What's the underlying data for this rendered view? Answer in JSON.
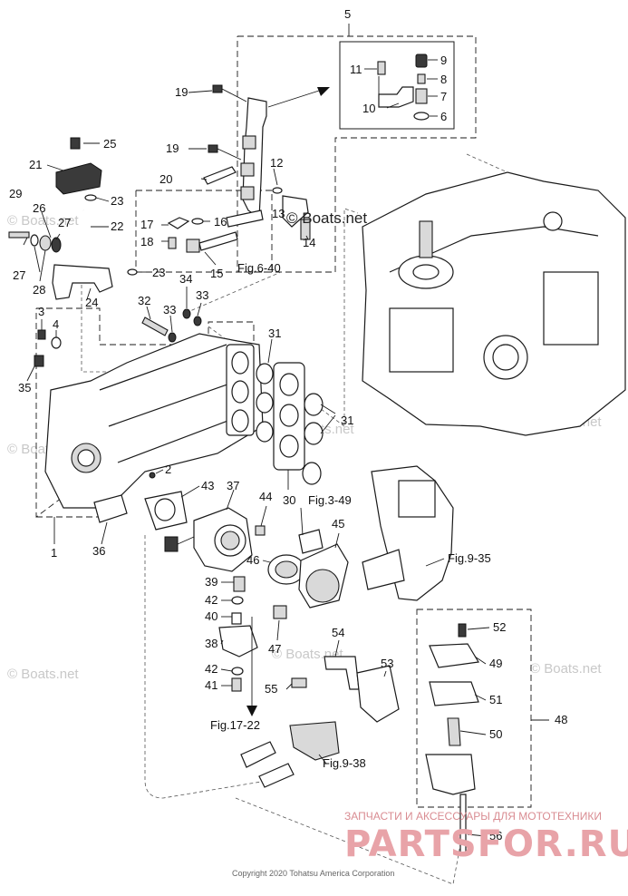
{
  "parts": [
    {
      "id": "p1",
      "label": "1"
    },
    {
      "id": "p2",
      "label": "2"
    },
    {
      "id": "p3",
      "label": "3"
    },
    {
      "id": "p4",
      "label": "4"
    },
    {
      "id": "p5",
      "label": "5"
    },
    {
      "id": "p6",
      "label": "6"
    },
    {
      "id": "p7",
      "label": "7"
    },
    {
      "id": "p8",
      "label": "8"
    },
    {
      "id": "p9",
      "label": "9"
    },
    {
      "id": "p10",
      "label": "10"
    },
    {
      "id": "p11",
      "label": "11"
    },
    {
      "id": "p12",
      "label": "12"
    },
    {
      "id": "p13",
      "label": "13"
    },
    {
      "id": "p14",
      "label": "14"
    },
    {
      "id": "p15",
      "label": "15"
    },
    {
      "id": "p16",
      "label": "16"
    },
    {
      "id": "p17",
      "label": "17"
    },
    {
      "id": "p18",
      "label": "18"
    },
    {
      "id": "p19a",
      "label": "19"
    },
    {
      "id": "p19b",
      "label": "19"
    },
    {
      "id": "p20",
      "label": "20"
    },
    {
      "id": "p21",
      "label": "21"
    },
    {
      "id": "p22",
      "label": "22"
    },
    {
      "id": "p23a",
      "label": "23"
    },
    {
      "id": "p23b",
      "label": "23"
    },
    {
      "id": "p24",
      "label": "24"
    },
    {
      "id": "p25",
      "label": "25"
    },
    {
      "id": "p26",
      "label": "26"
    },
    {
      "id": "p27a",
      "label": "27"
    },
    {
      "id": "p27b",
      "label": "27"
    },
    {
      "id": "p28",
      "label": "28"
    },
    {
      "id": "p29",
      "label": "29"
    },
    {
      "id": "p30",
      "label": "30"
    },
    {
      "id": "p31a",
      "label": "31"
    },
    {
      "id": "p31b",
      "label": "31"
    },
    {
      "id": "p32",
      "label": "32"
    },
    {
      "id": "p33a",
      "label": "33"
    },
    {
      "id": "p33b",
      "label": "33"
    },
    {
      "id": "p34",
      "label": "34"
    },
    {
      "id": "p35",
      "label": "35"
    },
    {
      "id": "p36",
      "label": "36"
    },
    {
      "id": "p37",
      "label": "37"
    },
    {
      "id": "p38",
      "label": "38"
    },
    {
      "id": "p39",
      "label": "39"
    },
    {
      "id": "p40",
      "label": "40"
    },
    {
      "id": "p41",
      "label": "41"
    },
    {
      "id": "p42a",
      "label": "42"
    },
    {
      "id": "p42b",
      "label": "42"
    },
    {
      "id": "p43",
      "label": "43"
    },
    {
      "id": "p44",
      "label": "44"
    },
    {
      "id": "p45",
      "label": "45"
    },
    {
      "id": "p46",
      "label": "46"
    },
    {
      "id": "p47",
      "label": "47"
    },
    {
      "id": "p48",
      "label": "48"
    },
    {
      "id": "p49",
      "label": "49"
    },
    {
      "id": "p50",
      "label": "50"
    },
    {
      "id": "p51",
      "label": "51"
    },
    {
      "id": "p52",
      "label": "52"
    },
    {
      "id": "p53",
      "label": "53"
    },
    {
      "id": "p54",
      "label": "54"
    },
    {
      "id": "p55",
      "label": "55"
    },
    {
      "id": "p56",
      "label": "56"
    }
  ],
  "figure_refs": {
    "fig_6_40": "Fig.6-40",
    "fig_3_49": "Fig.3-49",
    "fig_9_35": "Fig.9-35",
    "fig_17_22": "Fig.17-22",
    "fig_9_38": "Fig.9-38"
  },
  "watermarks": {
    "boats": "© Boats.net",
    "partsforu_sub": "ЗАПЧАСТИ И АКСЕССУАРЫ ДЛЯ МОТОТЕХНИКИ",
    "partsforu": "PARTSFOR.RU"
  },
  "copyright": "Copyright 2020 Tohatsu America Corporation"
}
